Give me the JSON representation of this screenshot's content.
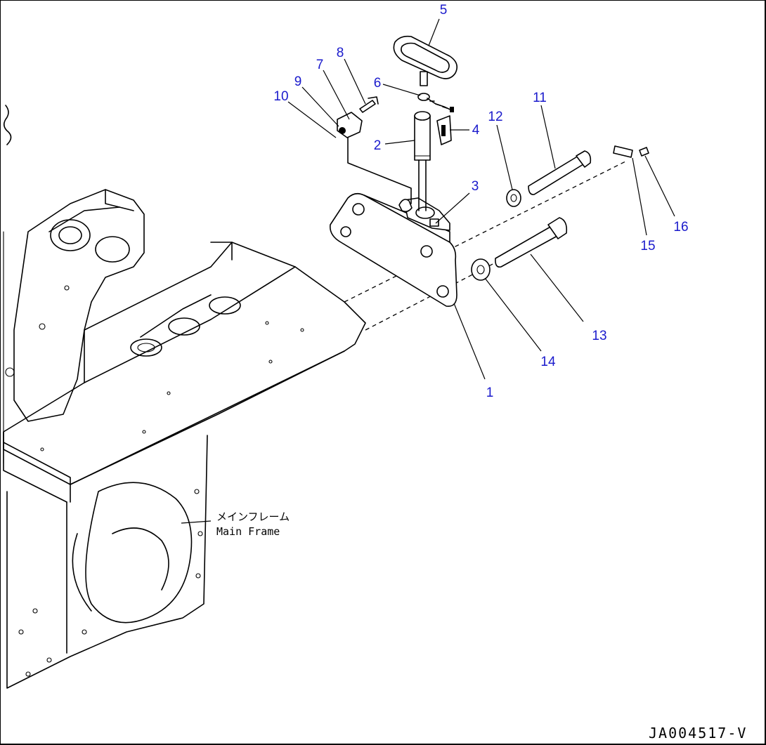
{
  "callouts": [
    {
      "id": "1",
      "text": "1"
    },
    {
      "id": "2",
      "text": "2"
    },
    {
      "id": "3",
      "text": "3"
    },
    {
      "id": "4",
      "text": "4"
    },
    {
      "id": "5",
      "text": "5"
    },
    {
      "id": "6",
      "text": "6"
    },
    {
      "id": "7",
      "text": "7"
    },
    {
      "id": "8",
      "text": "8"
    },
    {
      "id": "9",
      "text": "9"
    },
    {
      "id": "10",
      "text": "10"
    },
    {
      "id": "11",
      "text": "11"
    },
    {
      "id": "12",
      "text": "12"
    },
    {
      "id": "13",
      "text": "13"
    },
    {
      "id": "14",
      "text": "14"
    },
    {
      "id": "15",
      "text": "15"
    },
    {
      "id": "16",
      "text": "16"
    }
  ],
  "frame_label": {
    "jp": "メインフレーム",
    "en": "Main Frame"
  },
  "drawing_code": "JA004517-V",
  "colors": {
    "callout": "#1a1acc",
    "line": "#000000",
    "background": "#ffffff"
  }
}
